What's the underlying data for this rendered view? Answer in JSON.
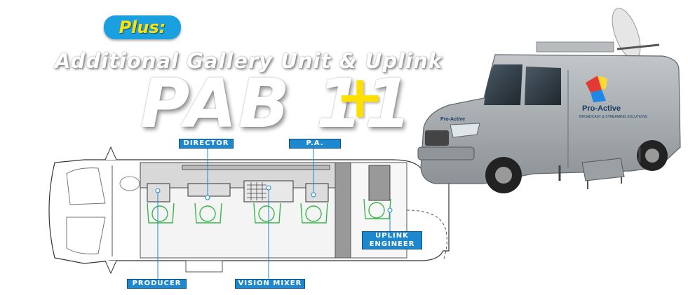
{
  "badge": {
    "text": "Plus:"
  },
  "subtitle": "Additional Gallery Unit & Uplink",
  "title": {
    "prefix": "PAB 1",
    "plus": "+",
    "suffix": "1"
  },
  "van_branding": {
    "logo_text": "Pro-Active",
    "logo_subtext": "BROADCAST & STREAMING SOLUTIONS",
    "door_text": "Pro-Active"
  },
  "roles": {
    "director": "DIRECTOR",
    "pa": "P.A.",
    "producer": "PRODUCER",
    "vision_mixer": "VISION MIXER",
    "uplink_line1": "UPLINK",
    "uplink_line2": "ENGINEER"
  },
  "colors": {
    "badge": "#1aa0e0",
    "plus": "#ffe000",
    "label": "#1e88cf",
    "operator": "#39b54a",
    "van": "#9aa0a4"
  }
}
